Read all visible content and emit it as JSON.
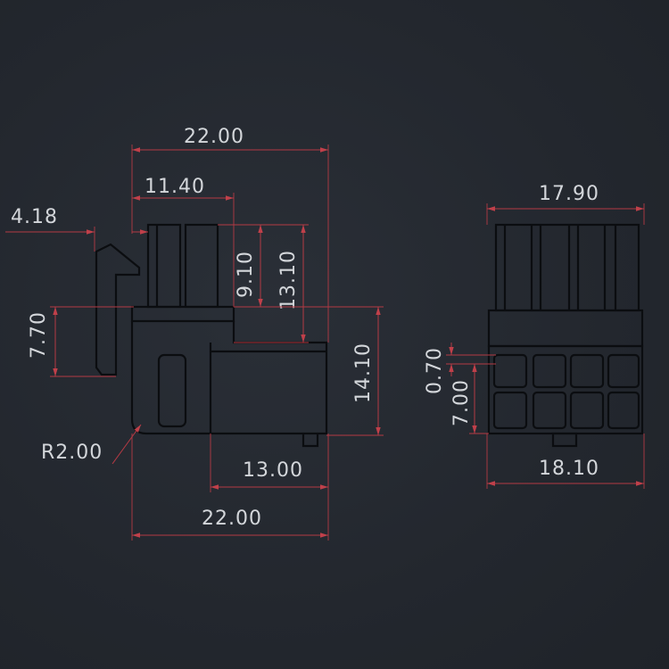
{
  "dimensions": {
    "top_width": "22.00",
    "upper_width": "11.40",
    "latch_offset": "4.18",
    "left_height": "7.70",
    "inner_height": "9.10",
    "outer_height": "13.10",
    "body_height": "14.10",
    "radius": "R2.00",
    "lower_length": "13.00",
    "bottom_width": "22.00",
    "front_top_width": "17.90",
    "gap": "0.70",
    "cell_height": "7.00",
    "front_bottom_width": "18.10"
  },
  "colors": {
    "background": "#232830",
    "outline": "#0b0d10",
    "dimension": "#b43a44",
    "text": "#d3d6da"
  }
}
